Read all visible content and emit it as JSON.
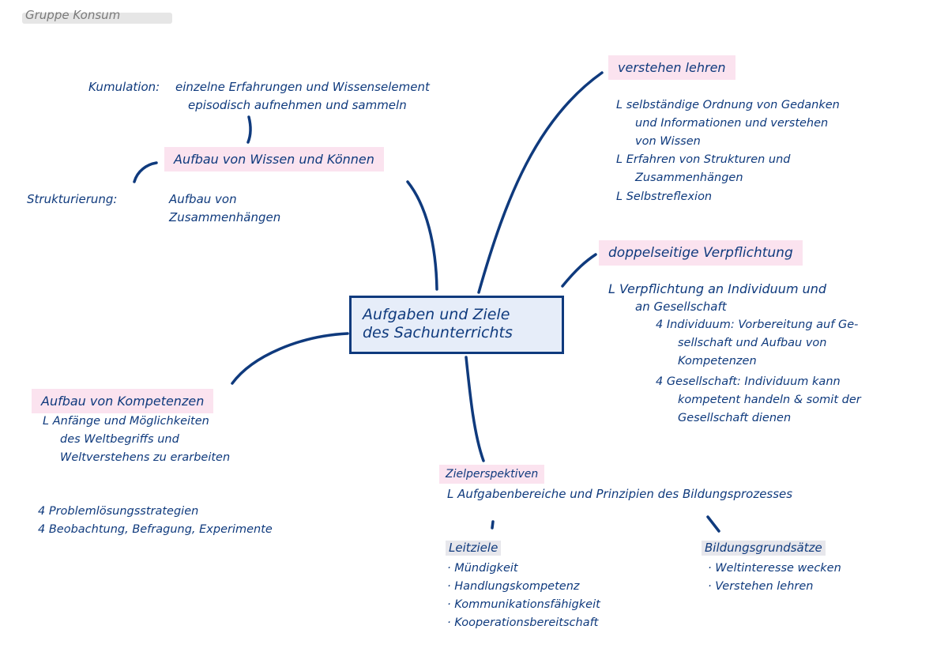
{
  "header": "Gruppe Konsum",
  "center": {
    "line1": "Aufgaben und Ziele",
    "line2": "des Sachunterrichts"
  },
  "kumulation": {
    "label": "Kumulation:",
    "line1": "einzelne Erfahrungen und Wissenselement",
    "line2": "episodisch aufnehmen und sammeln"
  },
  "aufbau_wissen": "Aufbau von Wissen und Können",
  "strukturierung": {
    "label": "Strukturierung:",
    "line1": "Aufbau von",
    "line2": "Zusammenhängen"
  },
  "verstehen_lehren": {
    "title": "verstehen lehren",
    "items": [
      "L selbständige Ordnung von Gedanken",
      "und Informationen und verstehen",
      "von Wissen",
      "L Erfahren von Strukturen und",
      "Zusammenhängen",
      "L Selbstreflexion"
    ]
  },
  "verpflichtung": {
    "title": "doppelseitige Verpflichtung",
    "items": [
      "L  Verpflichtung an Individuum und",
      "an Gesellschaft",
      "4 Individuum: Vorbereitung auf Ge-",
      "sellschaft und Aufbau von",
      "Kompetenzen",
      "4 Gesellschaft: Individuum kann",
      "kompetent handeln & somit der",
      "Gesellschaft dienen"
    ]
  },
  "kompetenzen": {
    "title": "Aufbau von Kompetenzen",
    "items": [
      "L Anfänge und Möglichkeiten",
      "des Weltbegriffs und",
      "Weltverstehens zu erarbeiten"
    ],
    "extra": [
      "4 Problemlösungsstrategien",
      "4 Beobachtung, Befragung, Experimente"
    ]
  },
  "zielperspektiven": {
    "title": "Zielperspektiven",
    "subtitle": "L Aufgabenbereiche und Prinzipien des Bildungsprozesses",
    "leitziele_title": "Leitziele",
    "leitziele": [
      "· Mündigkeit",
      "· Handlungskompetenz",
      "· Kommunikationsfähigkeit",
      "· Kooperationsbereitschaft"
    ],
    "bildung_title": "Bildungsgrundsätze",
    "bildung": [
      "· Weltinteresse wecken",
      "· Verstehen lehren"
    ]
  }
}
